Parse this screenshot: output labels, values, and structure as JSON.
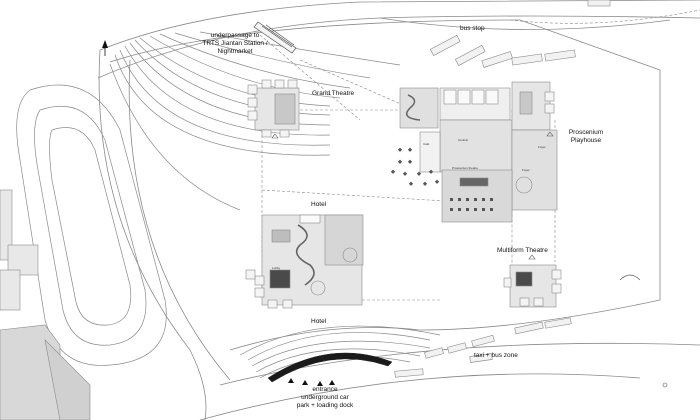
{
  "labels": {
    "underpassage_1": "underpassage to",
    "underpassage_2": "TRTS Jiantan Station /",
    "underpassage_3": "Nightmarket",
    "bus_stop": "bus stop",
    "grand_theatre": "Grand Theatre",
    "proscenium_1": "Proscenium",
    "proscenium_2": "Playhouse",
    "hotel_north": "Hotel",
    "hotel_south": "Hotel",
    "multiform_theatre": "Multiform Theatre",
    "taxi_bus_zone": "taxi + bus zone",
    "entrance_1": "entrance",
    "entrance_2": "underground car",
    "entrance_3": "park + loading dock"
  },
  "room_labels": {
    "central": "Central",
    "proscenium_theatre": "Proscenium theatre",
    "cafe": "Café",
    "foyer_1": "Foyer",
    "foyer_2": "Foyer",
    "lobby": "Lobby"
  },
  "colors": {
    "background": "#ffffff",
    "linework": "#8a8a8a",
    "building_fill": "#e4e4e4",
    "dark_fill": "#4a4a4a",
    "text": "#111111"
  }
}
